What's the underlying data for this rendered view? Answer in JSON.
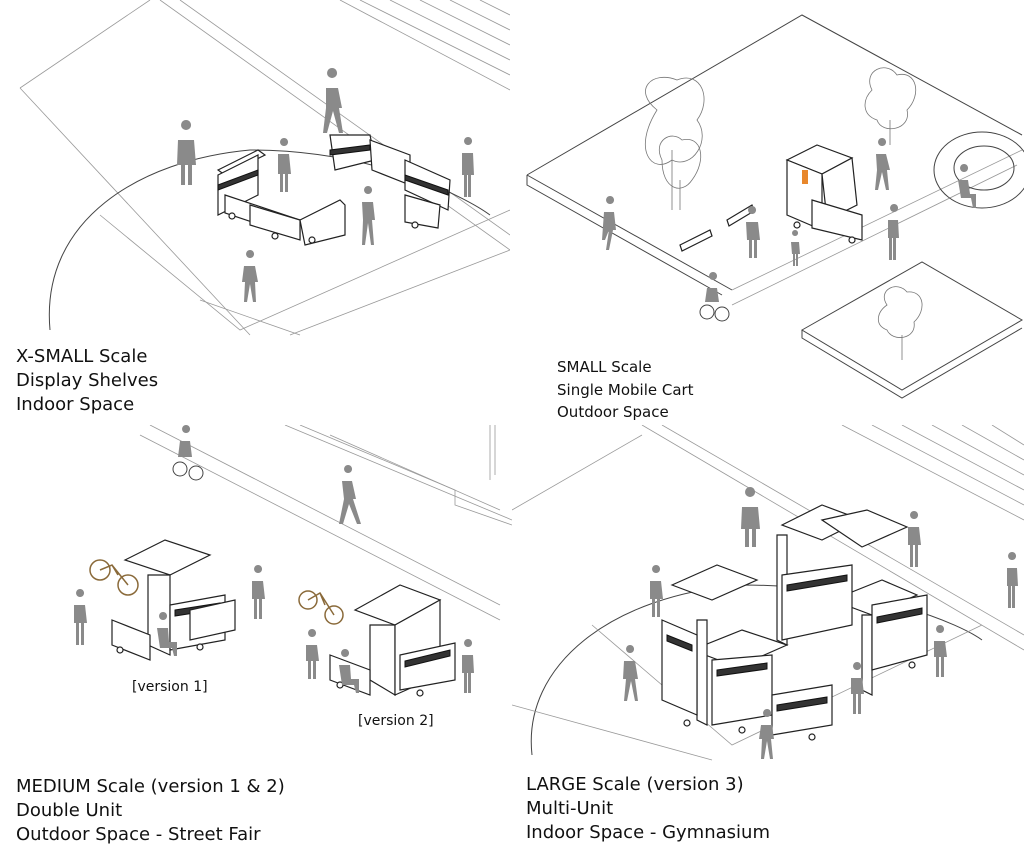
{
  "panels": {
    "xsmall": {
      "lines": [
        "X-SMALL Scale",
        "Display Shelves",
        "Indoor Space"
      ]
    },
    "small": {
      "lines": [
        "SMALL Scale",
        "Single Mobile Cart",
        "Outdoor Space"
      ]
    },
    "medium": {
      "lines": [
        "MEDIUM Scale (version 1 & 2)",
        "Double Unit",
        "Outdoor Space - Street Fair"
      ],
      "version_labels": [
        "[version 1]",
        "[version 2]"
      ]
    },
    "large": {
      "lines": [
        "LARGE Scale (version 3)",
        "Multi-Unit",
        "Indoor Space - Gymnasium"
      ]
    }
  }
}
